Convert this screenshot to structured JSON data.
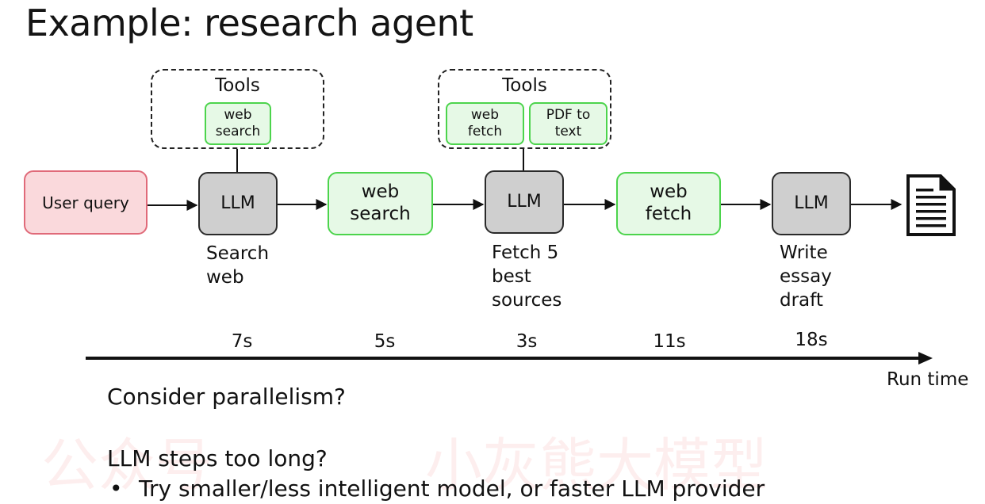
{
  "slide": {
    "title": "Example: research agent"
  },
  "diagram": {
    "tool_groups": [
      {
        "label": "Tools",
        "chips": [
          "web\nsearch"
        ]
      },
      {
        "label": "Tools",
        "chips": [
          "web\nfetch",
          "PDF to\ntext"
        ]
      }
    ],
    "nodes": {
      "user_query": "User query",
      "llm_1": "LLM",
      "web_search": "web\nsearch",
      "llm_2": "LLM",
      "web_fetch": "web\nfetch",
      "llm_3": "LLM"
    },
    "captions": {
      "llm_1": "Search\nweb",
      "llm_2": "Fetch 5\nbest\nsources",
      "llm_3": "Write\nessay\ndraft"
    },
    "icons": {
      "output": "document-icon"
    },
    "colors": {
      "llm_fill": "#cfcfcf",
      "tool_fill": "#e6f9e6",
      "tool_border": "#4cd44c",
      "user_fill": "#fad9dc",
      "user_border": "#e06a79"
    }
  },
  "timeline": {
    "durations": [
      "7s",
      "5s",
      "3s",
      "11s",
      "18s"
    ],
    "axis_label": "Run time"
  },
  "notes": {
    "q1": "Consider parallelism?",
    "q2": "LLM steps too long?",
    "bullet": "Try smaller/less intelligent model, or faster LLM provider"
  },
  "watermark": {
    "left": "公众号",
    "right": "小灰熊大模型"
  }
}
